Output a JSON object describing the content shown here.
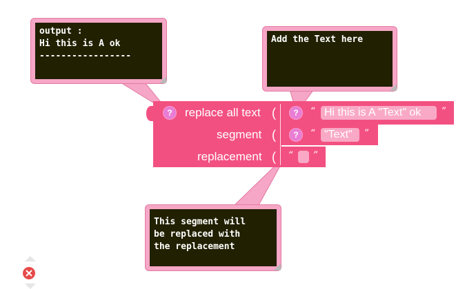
{
  "comments": {
    "output": {
      "text": "output :\nHi this is A ok\n-----------------"
    },
    "add_text": {
      "text": "Add the Text here"
    },
    "segment": {
      "text": "This segment will\nbe replaced with\nthe replacement"
    }
  },
  "block": {
    "replace_label": "replace all text",
    "segment_label": "segment",
    "replacement_label": "replacement",
    "help_icon_glyph": "?",
    "open_quote": "“",
    "close_quote": "”",
    "paren": "(",
    "text_value": "Hi this is A \"Text\" ok",
    "segment_value": "\"Text\"",
    "replacement_value": ""
  },
  "colors": {
    "block": "#f35082",
    "bubble": "#f6a6c6",
    "screen": "#212000",
    "field": "#f9a9c5",
    "icon": "#e97dd5"
  },
  "icons": {
    "delete": "close-circle-icon",
    "help": "question-icon"
  }
}
